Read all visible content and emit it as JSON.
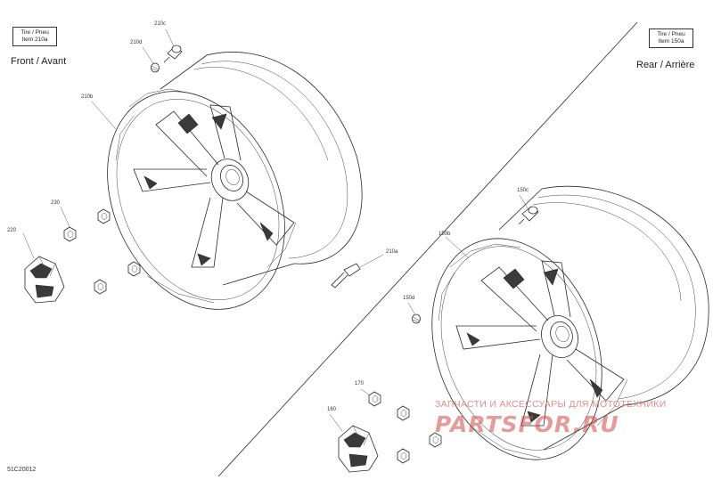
{
  "front": {
    "title": "Front / Avant",
    "note": {
      "line1": "Tire / Pneu",
      "line2": "Item 210a"
    },
    "callouts": {
      "c210c": "210c",
      "c210d": "210d",
      "c210b": "210b",
      "c230": "230",
      "c220": "220",
      "c210a": "210a"
    }
  },
  "rear": {
    "title": "Rear / Arrière",
    "note": {
      "line1": "Tire / Pneu",
      "line2": "Item 150a"
    },
    "callouts": {
      "c150c": "150c",
      "c150b": "150b",
      "c150d": "150d",
      "c170": "170",
      "c160": "160"
    }
  },
  "drawing_code": "51C20012",
  "watermark": {
    "top": "ЗАПЧАСТИ И АКСЕССУАРЫ ДЛЯ МОТОТЕХНИКИ",
    "logo": "PARTSFOR.RU"
  },
  "colors": {
    "line": "#2a2a2a",
    "watermark": "#d24a4a",
    "background": "#ffffff"
  }
}
